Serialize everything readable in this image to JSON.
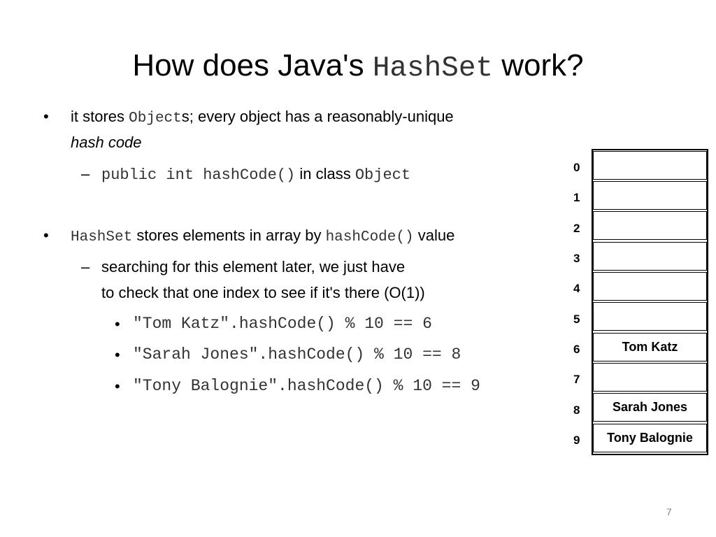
{
  "title": {
    "prefix": "How does Java's ",
    "code": "HashSet",
    "suffix": " work?"
  },
  "bullets": {
    "b1": {
      "text_before": "it stores ",
      "code": "Object",
      "text_after": "s; every object has a reasonably-unique",
      "line2_italic": "hash code",
      "sub1": {
        "code": "public int hashCode()",
        "text_mid": " in class ",
        "code2": "Object"
      }
    },
    "b2": {
      "code": "HashSet",
      "text_mid": " stores elements in array by ",
      "code2": "hashCode()",
      "text_after": " value",
      "sub1": {
        "line1": "searching for this element later, we just have",
        "line2": "to check that one index to see if it's there (O(1))"
      },
      "subsub": [
        "\"Tom Katz\".hashCode() % 10 == 6",
        "\"Sarah Jones\".hashCode() % 10 == 8",
        "\"Tony Balognie\".hashCode() % 10 == 9"
      ]
    }
  },
  "markers": {
    "bullet": "•",
    "dash": "–"
  },
  "hash_table": {
    "indices": [
      "0",
      "1",
      "2",
      "3",
      "4",
      "5",
      "6",
      "7",
      "8",
      "9"
    ],
    "cells": [
      "",
      "",
      "",
      "",
      "",
      "",
      "Tom Katz",
      "",
      "Sarah Jones",
      "Tony Balognie"
    ]
  },
  "page_number": "7"
}
